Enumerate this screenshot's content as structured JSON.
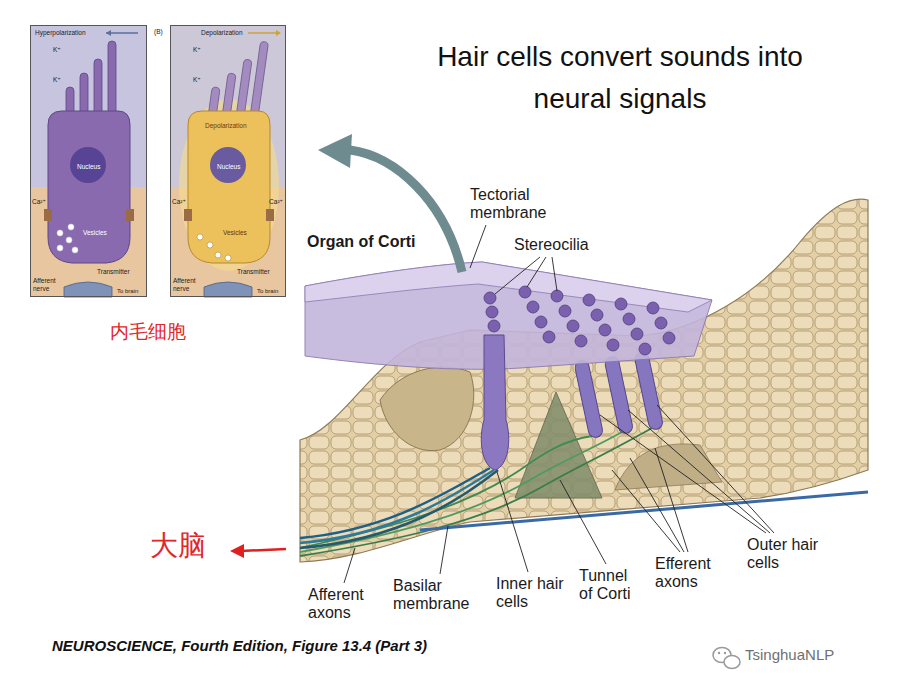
{
  "diagram": {
    "title": "Hair cells convert sounds into neural signals",
    "caption": "NEUROSCIENCE, Fourth Edition, Figure 13.4 (Part 3)",
    "nodes": [
      {
        "text": [
          "Hyperpolarization",
          "K⁺",
          "K⁺",
          "Ca²⁺",
          "Nucleus",
          "Vesicles",
          "Transmitter",
          "Afferent nerve",
          "To brain"
        ]
      },
      {
        "text": [
          "(B)",
          "Depolarization",
          "K⁺",
          "K⁺",
          "Depolarization",
          "Nucleus",
          "Ca²⁺",
          "Ca²⁺",
          "Vesicles",
          "Transmitter",
          "Afferent nerve",
          "To brain"
        ]
      }
    ],
    "labels": [
      "内毛细胞",
      "Organ of Corti",
      "Tectorial membrane",
      "Stereocilia",
      "大脑",
      "Afferent axons",
      "Basilar membrane",
      "Inner hair cells",
      "Tunnel of Corti",
      "Efferent axons",
      "Outer hair cells",
      "TsinghuaNLP"
    ]
  }
}
